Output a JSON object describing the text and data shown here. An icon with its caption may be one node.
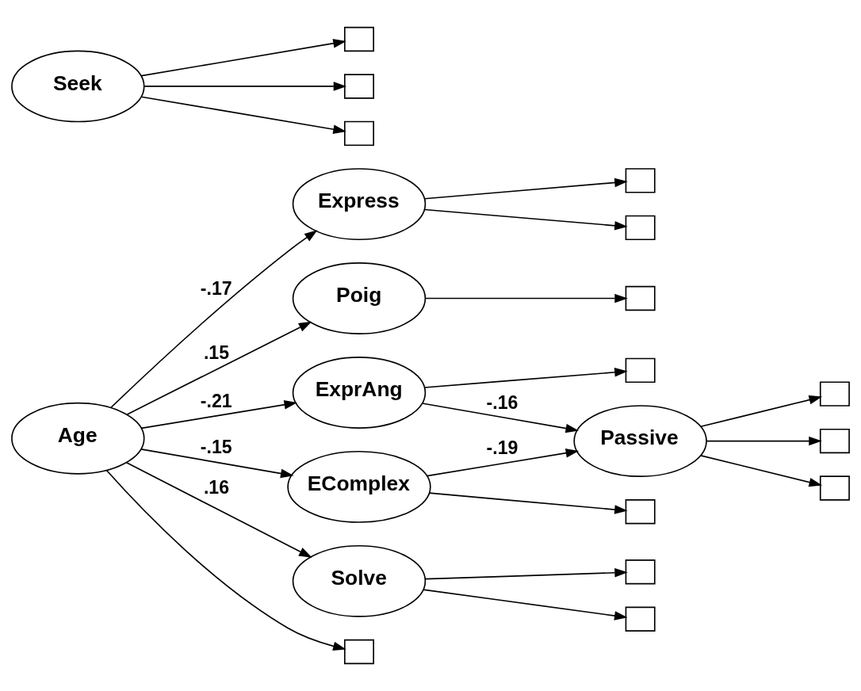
{
  "diagram": {
    "nodes": [
      {
        "text": [
          "Age"
        ]
      },
      {
        "text": [
          "Passive"
        ]
      },
      {
        "text": [
          "Express"
        ]
      },
      {
        "text": [
          "Poig"
        ]
      },
      {
        "text": [
          "ExprAng"
        ]
      },
      {
        "text": [
          "EComplex"
        ]
      },
      {
        "text": [
          "Solve"
        ]
      },
      {
        "text": [
          "Seek"
        ]
      },
      {
        "text": [],
        "shape": "box"
      },
      {
        "text": [],
        "shape": "box"
      },
      {
        "text": [],
        "shape": "box"
      },
      {
        "text": [],
        "shape": "box"
      },
      {
        "text": [],
        "shape": "box"
      },
      {
        "text": [],
        "shape": "box"
      },
      {
        "text": [],
        "shape": "box"
      },
      {
        "text": [],
        "shape": "box"
      },
      {
        "text": [],
        "shape": "box"
      },
      {
        "text": [],
        "shape": "box"
      },
      {
        "text": [],
        "shape": "box"
      },
      {
        "text": [],
        "shape": "box"
      },
      {
        "text": [],
        "shape": "box"
      },
      {
        "text": [],
        "shape": "box"
      }
    ],
    "edges": [
      {
        "from": 0,
        "to": 2,
        "arrow": "to",
        "label": "-.17"
      },
      {
        "from": 0,
        "to": 3,
        "arrow": "to",
        "label": ".15"
      },
      {
        "from": 0,
        "to": 4,
        "arrow": "to",
        "label": "-.21"
      },
      {
        "from": 0,
        "to": 5,
        "arrow": "to",
        "label": "-.15"
      },
      {
        "from": 0,
        "to": 6,
        "arrow": "to",
        "label": ".16"
      },
      {
        "from": 4,
        "to": 1,
        "arrow": "to",
        "label": "-.16"
      },
      {
        "from": 5,
        "to": 1,
        "arrow": "to",
        "label": "-.19"
      },
      {
        "from": 0,
        "to": 8,
        "arrow": "to"
      },
      {
        "from": 3,
        "to": 9,
        "arrow": "to"
      },
      {
        "from": 4,
        "to": 10,
        "arrow": "to"
      },
      {
        "from": 5,
        "to": 11,
        "arrow": "to"
      },
      {
        "from": 1,
        "to": 12,
        "arrow": "to"
      },
      {
        "from": 1,
        "to": 13,
        "arrow": "to"
      },
      {
        "from": 1,
        "to": 14,
        "arrow": "to"
      },
      {
        "from": 2,
        "to": 15,
        "arrow": "to"
      },
      {
        "from": 2,
        "to": 16,
        "arrow": "to"
      },
      {
        "from": 6,
        "to": 17,
        "arrow": "to"
      },
      {
        "from": 6,
        "to": 18,
        "arrow": "to"
      },
      {
        "from": 7,
        "to": 19,
        "arrow": "to"
      },
      {
        "from": 7,
        "to": 20,
        "arrow": "to"
      },
      {
        "from": 7,
        "to": 21,
        "arrow": "to"
      }
    ]
  }
}
